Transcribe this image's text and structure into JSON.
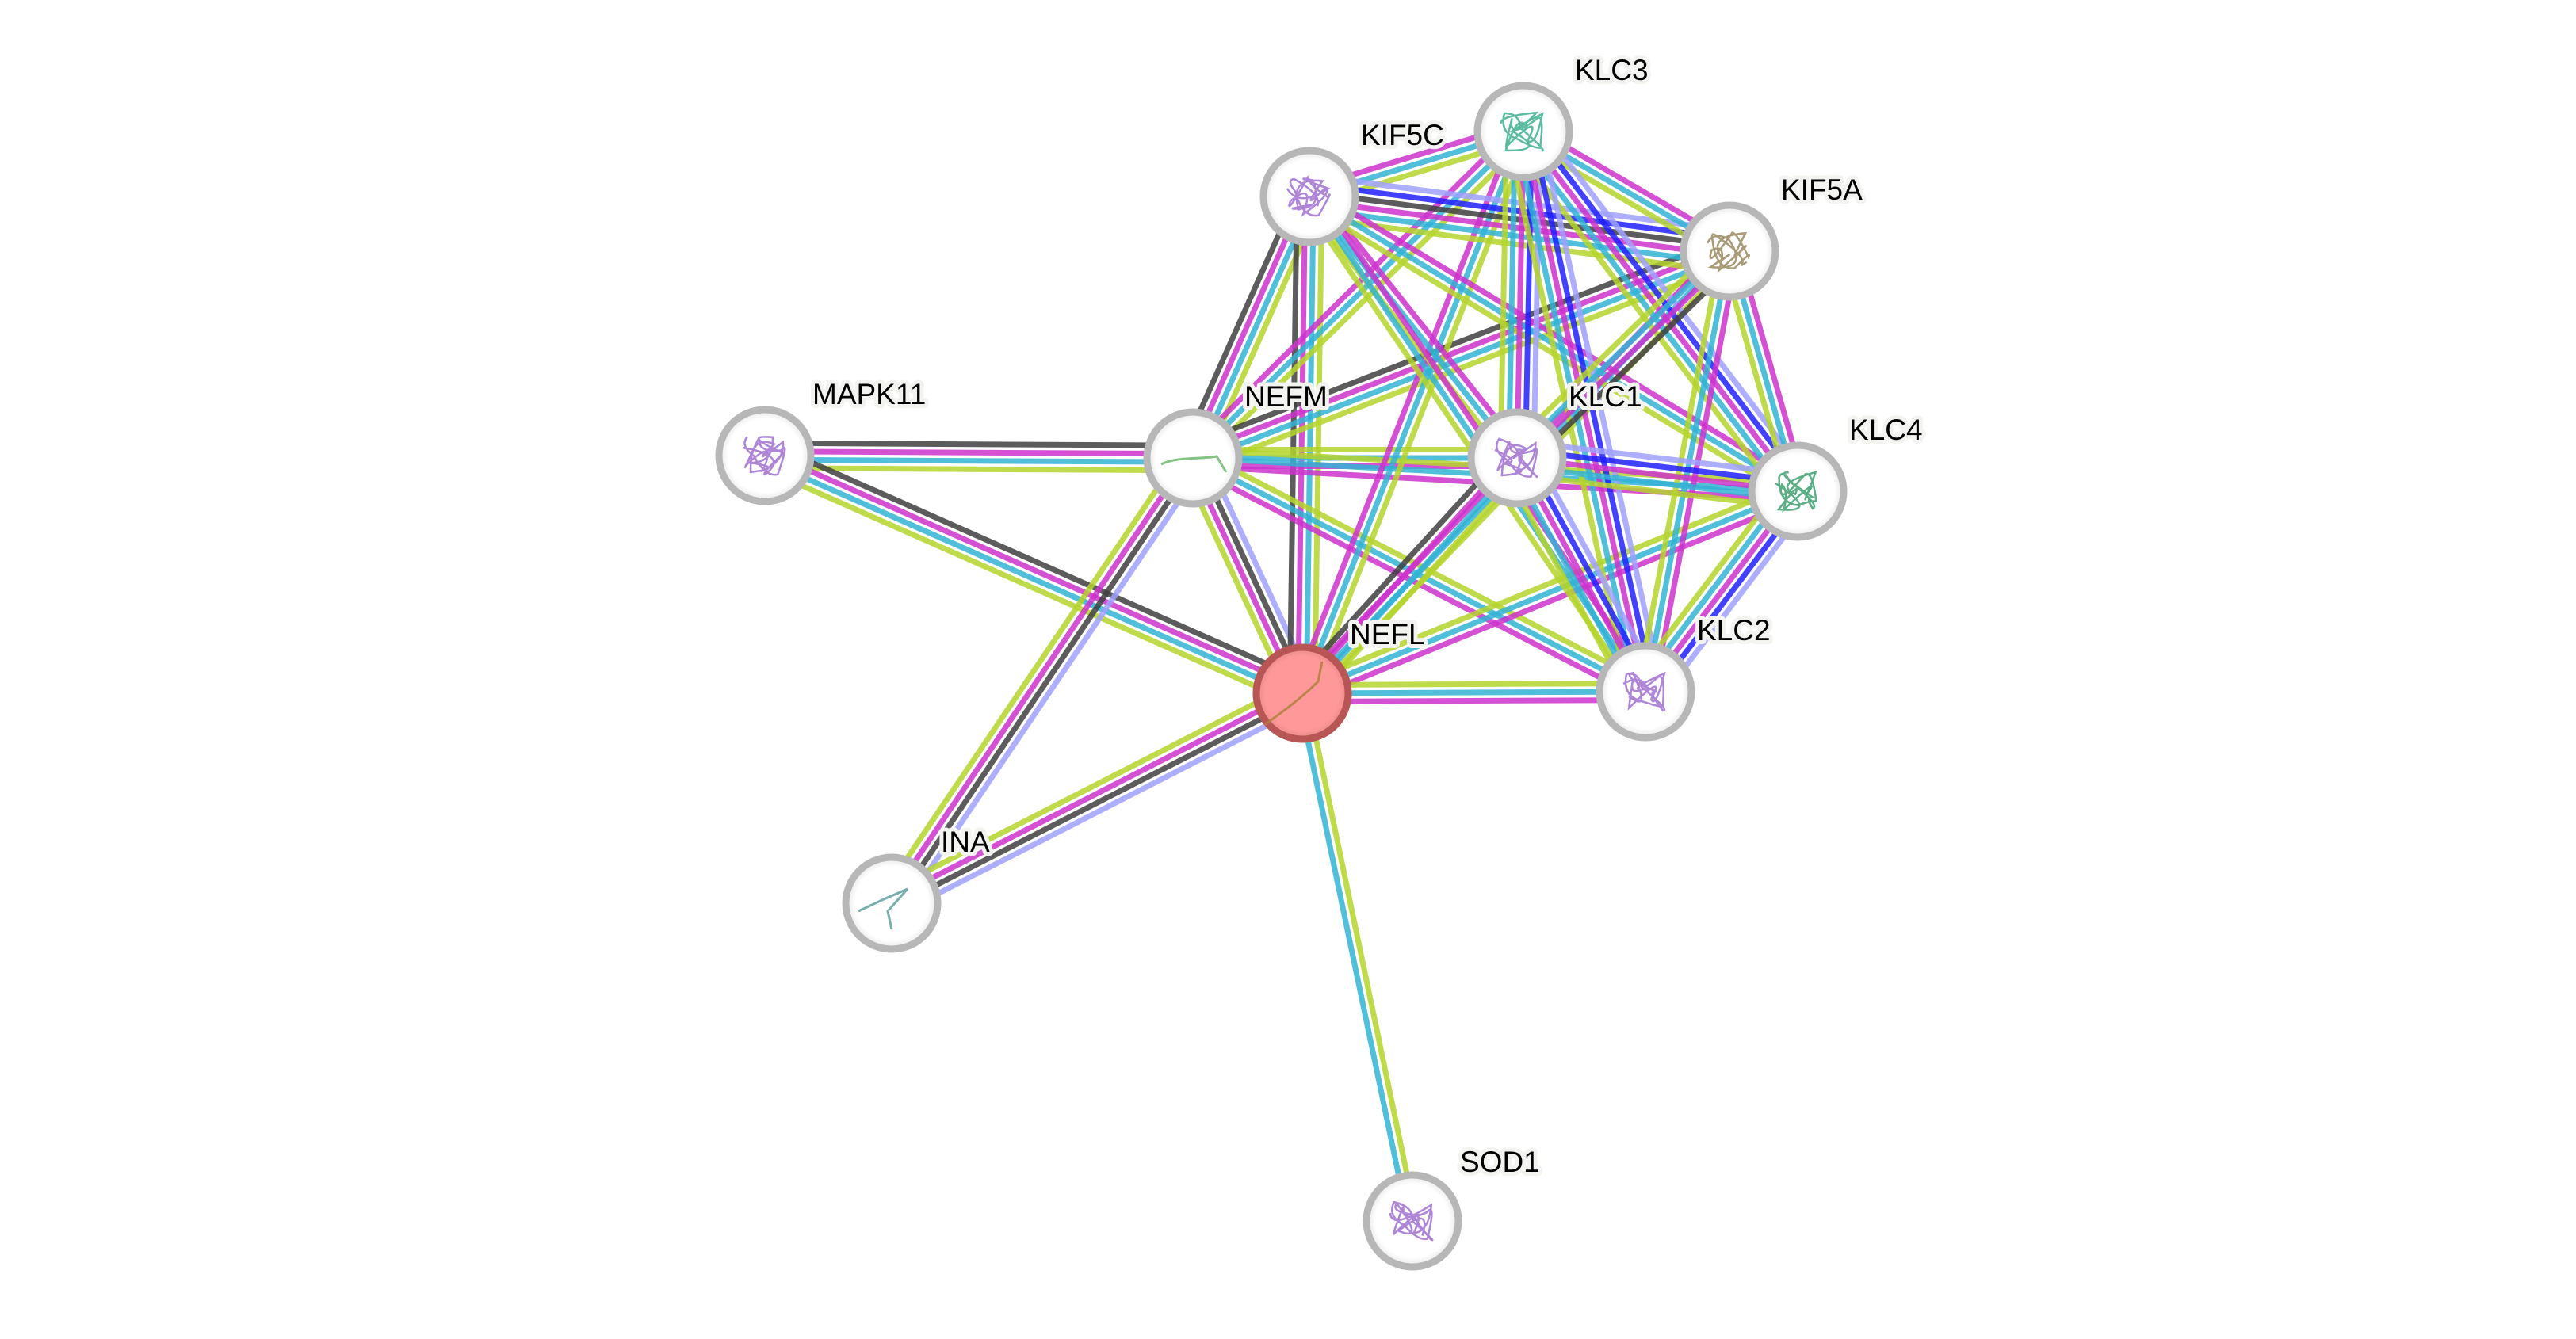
{
  "title": "Protein interaction network",
  "query_protein": "NEFL",
  "colors": {
    "query_fill": "#ff9999",
    "query_ring": "#b85555",
    "node_fill": "#ffffff",
    "node_ring": "#b7b7b7",
    "label_halo": "#f3f3f0",
    "evidence": {
      "dark": "#404040",
      "magenta": "#cc33cc",
      "cyan": "#33b3d3",
      "lime": "#b4d42c",
      "blue": "#2020ff",
      "lavender": "#a0a0ff"
    }
  },
  "nodes": [
    {
      "id": "MAPK11",
      "label": "MAPK11",
      "query": false,
      "structure_color": "#a070d0"
    },
    {
      "id": "NEFM",
      "label": "NEFM",
      "query": false,
      "structure_color": "#70b870"
    },
    {
      "id": "KIF5C",
      "label": "KIF5C",
      "query": false,
      "structure_color": "#a070d0"
    },
    {
      "id": "KLC3",
      "label": "KLC3",
      "query": false,
      "structure_color": "#40b090"
    },
    {
      "id": "KIF5A",
      "label": "KIF5A",
      "query": false,
      "structure_color": "#9a8a60"
    },
    {
      "id": "KLC1",
      "label": "KLC1",
      "query": false,
      "structure_color": "#a070d0"
    },
    {
      "id": "KLC4",
      "label": "KLC4",
      "query": false,
      "structure_color": "#40a070"
    },
    {
      "id": "NEFL",
      "label": "NEFL",
      "query": true,
      "structure_color": "#b08040"
    },
    {
      "id": "KLC2",
      "label": "KLC2",
      "query": false,
      "structure_color": "#a070d0"
    },
    {
      "id": "INA",
      "label": "INA",
      "query": false,
      "structure_color": "#60a0a0"
    },
    {
      "id": "SOD1",
      "label": "SOD1",
      "query": false,
      "structure_color": "#a070d0"
    }
  ],
  "edges": [
    {
      "a": "MAPK11",
      "b": "NEFM",
      "evidence": [
        "dark",
        "magenta",
        "cyan",
        "lime"
      ]
    },
    {
      "a": "MAPK11",
      "b": "NEFL",
      "evidence": [
        "dark",
        "magenta",
        "cyan",
        "lime"
      ]
    },
    {
      "a": "NEFM",
      "b": "NEFL",
      "evidence": [
        "lavender",
        "dark",
        "magenta",
        "lime"
      ]
    },
    {
      "a": "NEFM",
      "b": "INA",
      "evidence": [
        "lavender",
        "dark",
        "magenta",
        "lime"
      ]
    },
    {
      "a": "NEFL",
      "b": "INA",
      "evidence": [
        "lavender",
        "dark",
        "magenta",
        "lime"
      ]
    },
    {
      "a": "NEFL",
      "b": "SOD1",
      "evidence": [
        "lime",
        "cyan"
      ]
    },
    {
      "a": "KIF5C",
      "b": "NEFM",
      "evidence": [
        "lime",
        "cyan",
        "magenta",
        "dark"
      ]
    },
    {
      "a": "KIF5C",
      "b": "NEFL",
      "evidence": [
        "lime",
        "cyan",
        "magenta",
        "dark"
      ]
    },
    {
      "a": "NEFM",
      "b": "KLC3",
      "evidence": [
        "magenta",
        "cyan",
        "lime"
      ]
    },
    {
      "a": "NEFM",
      "b": "KIF5A",
      "evidence": [
        "dark",
        "magenta",
        "cyan",
        "lime"
      ]
    },
    {
      "a": "NEFM",
      "b": "KLC1",
      "evidence": [
        "lime",
        "cyan",
        "magenta"
      ]
    },
    {
      "a": "NEFM",
      "b": "KLC4",
      "evidence": [
        "lime",
        "cyan",
        "magenta"
      ]
    },
    {
      "a": "NEFM",
      "b": "KLC2",
      "evidence": [
        "lime",
        "cyan",
        "magenta"
      ]
    },
    {
      "a": "NEFL",
      "b": "KLC3",
      "evidence": [
        "magenta",
        "cyan",
        "lime"
      ]
    },
    {
      "a": "NEFL",
      "b": "KIF5A",
      "evidence": [
        "magenta",
        "cyan",
        "lime"
      ]
    },
    {
      "a": "NEFL",
      "b": "KLC1",
      "evidence": [
        "dark",
        "magenta",
        "cyan",
        "lime"
      ]
    },
    {
      "a": "NEFL",
      "b": "KLC4",
      "evidence": [
        "lime",
        "cyan",
        "magenta"
      ]
    },
    {
      "a": "NEFL",
      "b": "KLC2",
      "evidence": [
        "lime",
        "cyan",
        "magenta"
      ]
    },
    {
      "a": "KIF5C",
      "b": "KLC3",
      "evidence": [
        "magenta",
        "cyan",
        "lime"
      ]
    },
    {
      "a": "KIF5C",
      "b": "KIF5A",
      "evidence": [
        "lavender",
        "blue",
        "dark",
        "magenta",
        "cyan",
        "lime"
      ]
    },
    {
      "a": "KIF5C",
      "b": "KLC1",
      "evidence": [
        "magenta",
        "cyan",
        "lime"
      ]
    },
    {
      "a": "KIF5C",
      "b": "KLC4",
      "evidence": [
        "magenta",
        "cyan",
        "lime"
      ]
    },
    {
      "a": "KIF5C",
      "b": "KLC2",
      "evidence": [
        "magenta",
        "cyan",
        "lime"
      ]
    },
    {
      "a": "KLC3",
      "b": "KIF5A",
      "evidence": [
        "magenta",
        "cyan",
        "lime"
      ]
    },
    {
      "a": "KLC3",
      "b": "KLC1",
      "evidence": [
        "lavender",
        "blue",
        "magenta",
        "cyan",
        "lime"
      ]
    },
    {
      "a": "KLC3",
      "b": "KLC4",
      "evidence": [
        "lavender",
        "blue",
        "magenta",
        "cyan",
        "lime"
      ]
    },
    {
      "a": "KLC3",
      "b": "KLC2",
      "evidence": [
        "lavender",
        "blue",
        "magenta",
        "cyan",
        "lime"
      ]
    },
    {
      "a": "KIF5A",
      "b": "KLC1",
      "evidence": [
        "dark",
        "magenta",
        "cyan",
        "lime"
      ]
    },
    {
      "a": "KIF5A",
      "b": "KLC4",
      "evidence": [
        "magenta",
        "cyan",
        "lime"
      ]
    },
    {
      "a": "KIF5A",
      "b": "KLC2",
      "evidence": [
        "magenta",
        "cyan",
        "lime"
      ]
    },
    {
      "a": "KLC1",
      "b": "KLC4",
      "evidence": [
        "lavender",
        "blue",
        "magenta",
        "cyan",
        "lime"
      ]
    },
    {
      "a": "KLC1",
      "b": "KLC2",
      "evidence": [
        "lavender",
        "blue",
        "magenta",
        "cyan",
        "lime"
      ]
    },
    {
      "a": "KLC4",
      "b": "KLC2",
      "evidence": [
        "lavender",
        "blue",
        "magenta",
        "cyan",
        "lime"
      ]
    }
  ]
}
